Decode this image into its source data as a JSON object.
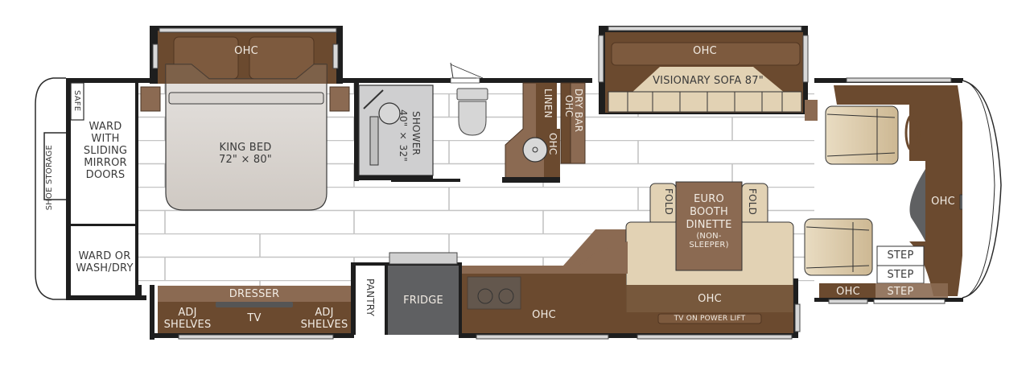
{
  "floorplan": {
    "colors": {
      "wall": "#1e1e1e",
      "floor_tile_line": "#c4c4c4",
      "cabinet_dark": "#6b4a2f",
      "cabinet_mid": "#8b6a52",
      "cabinet_light": "#a88873",
      "bed": "#dcd8d4",
      "sofa": "#e2d2b4",
      "fridge": "#5f6062",
      "window": "#d8d8d8"
    },
    "rear": {
      "safe": "SAFE",
      "shoe_storage": "SHOE STORAGE",
      "wardrobe_main": [
        "WARD",
        "WITH",
        "SLIDING",
        "MIRROR",
        "DOORS"
      ],
      "wardrobe_alt": [
        "WARD OR",
        "WASH/DRY"
      ]
    },
    "bedroom": {
      "ohc": "OHC",
      "bed_name": "KING BED",
      "bed_size": "72\" × 80\"",
      "dresser": "DRESSER",
      "tv": "TV",
      "adj_shelves_left": [
        "ADJ",
        "SHELVES"
      ],
      "adj_shelves_right": [
        "ADJ",
        "SHELVES"
      ]
    },
    "bath": {
      "shower_name": "SHOWER",
      "shower_size": "40\" × 32\"",
      "linen": "LINEN",
      "vanity_ohc": "OHC",
      "dry_bar": "DRY BAR",
      "dry_bar_ohc": "OHC"
    },
    "galley": {
      "pantry": "PANTRY",
      "fridge": "FRIDGE",
      "ohc": "OHC"
    },
    "living": {
      "sofa_ohc": "OHC",
      "sofa": "VISIONARY SOFA 87\"",
      "dinette": [
        "EURO",
        "BOOTH",
        "DINETTE"
      ],
      "dinette_note": [
        "(NON-",
        "SLEEPER)"
      ],
      "fold_left": "FOLD",
      "fold_right": "FOLD",
      "dinette_ohc": "OHC",
      "tv_lift": "TV ON POWER LIFT"
    },
    "cockpit": {
      "front_ohc": "OHC",
      "entry_ohc": "OHC",
      "steps": [
        "STEP",
        "STEP",
        "STEP"
      ]
    }
  }
}
